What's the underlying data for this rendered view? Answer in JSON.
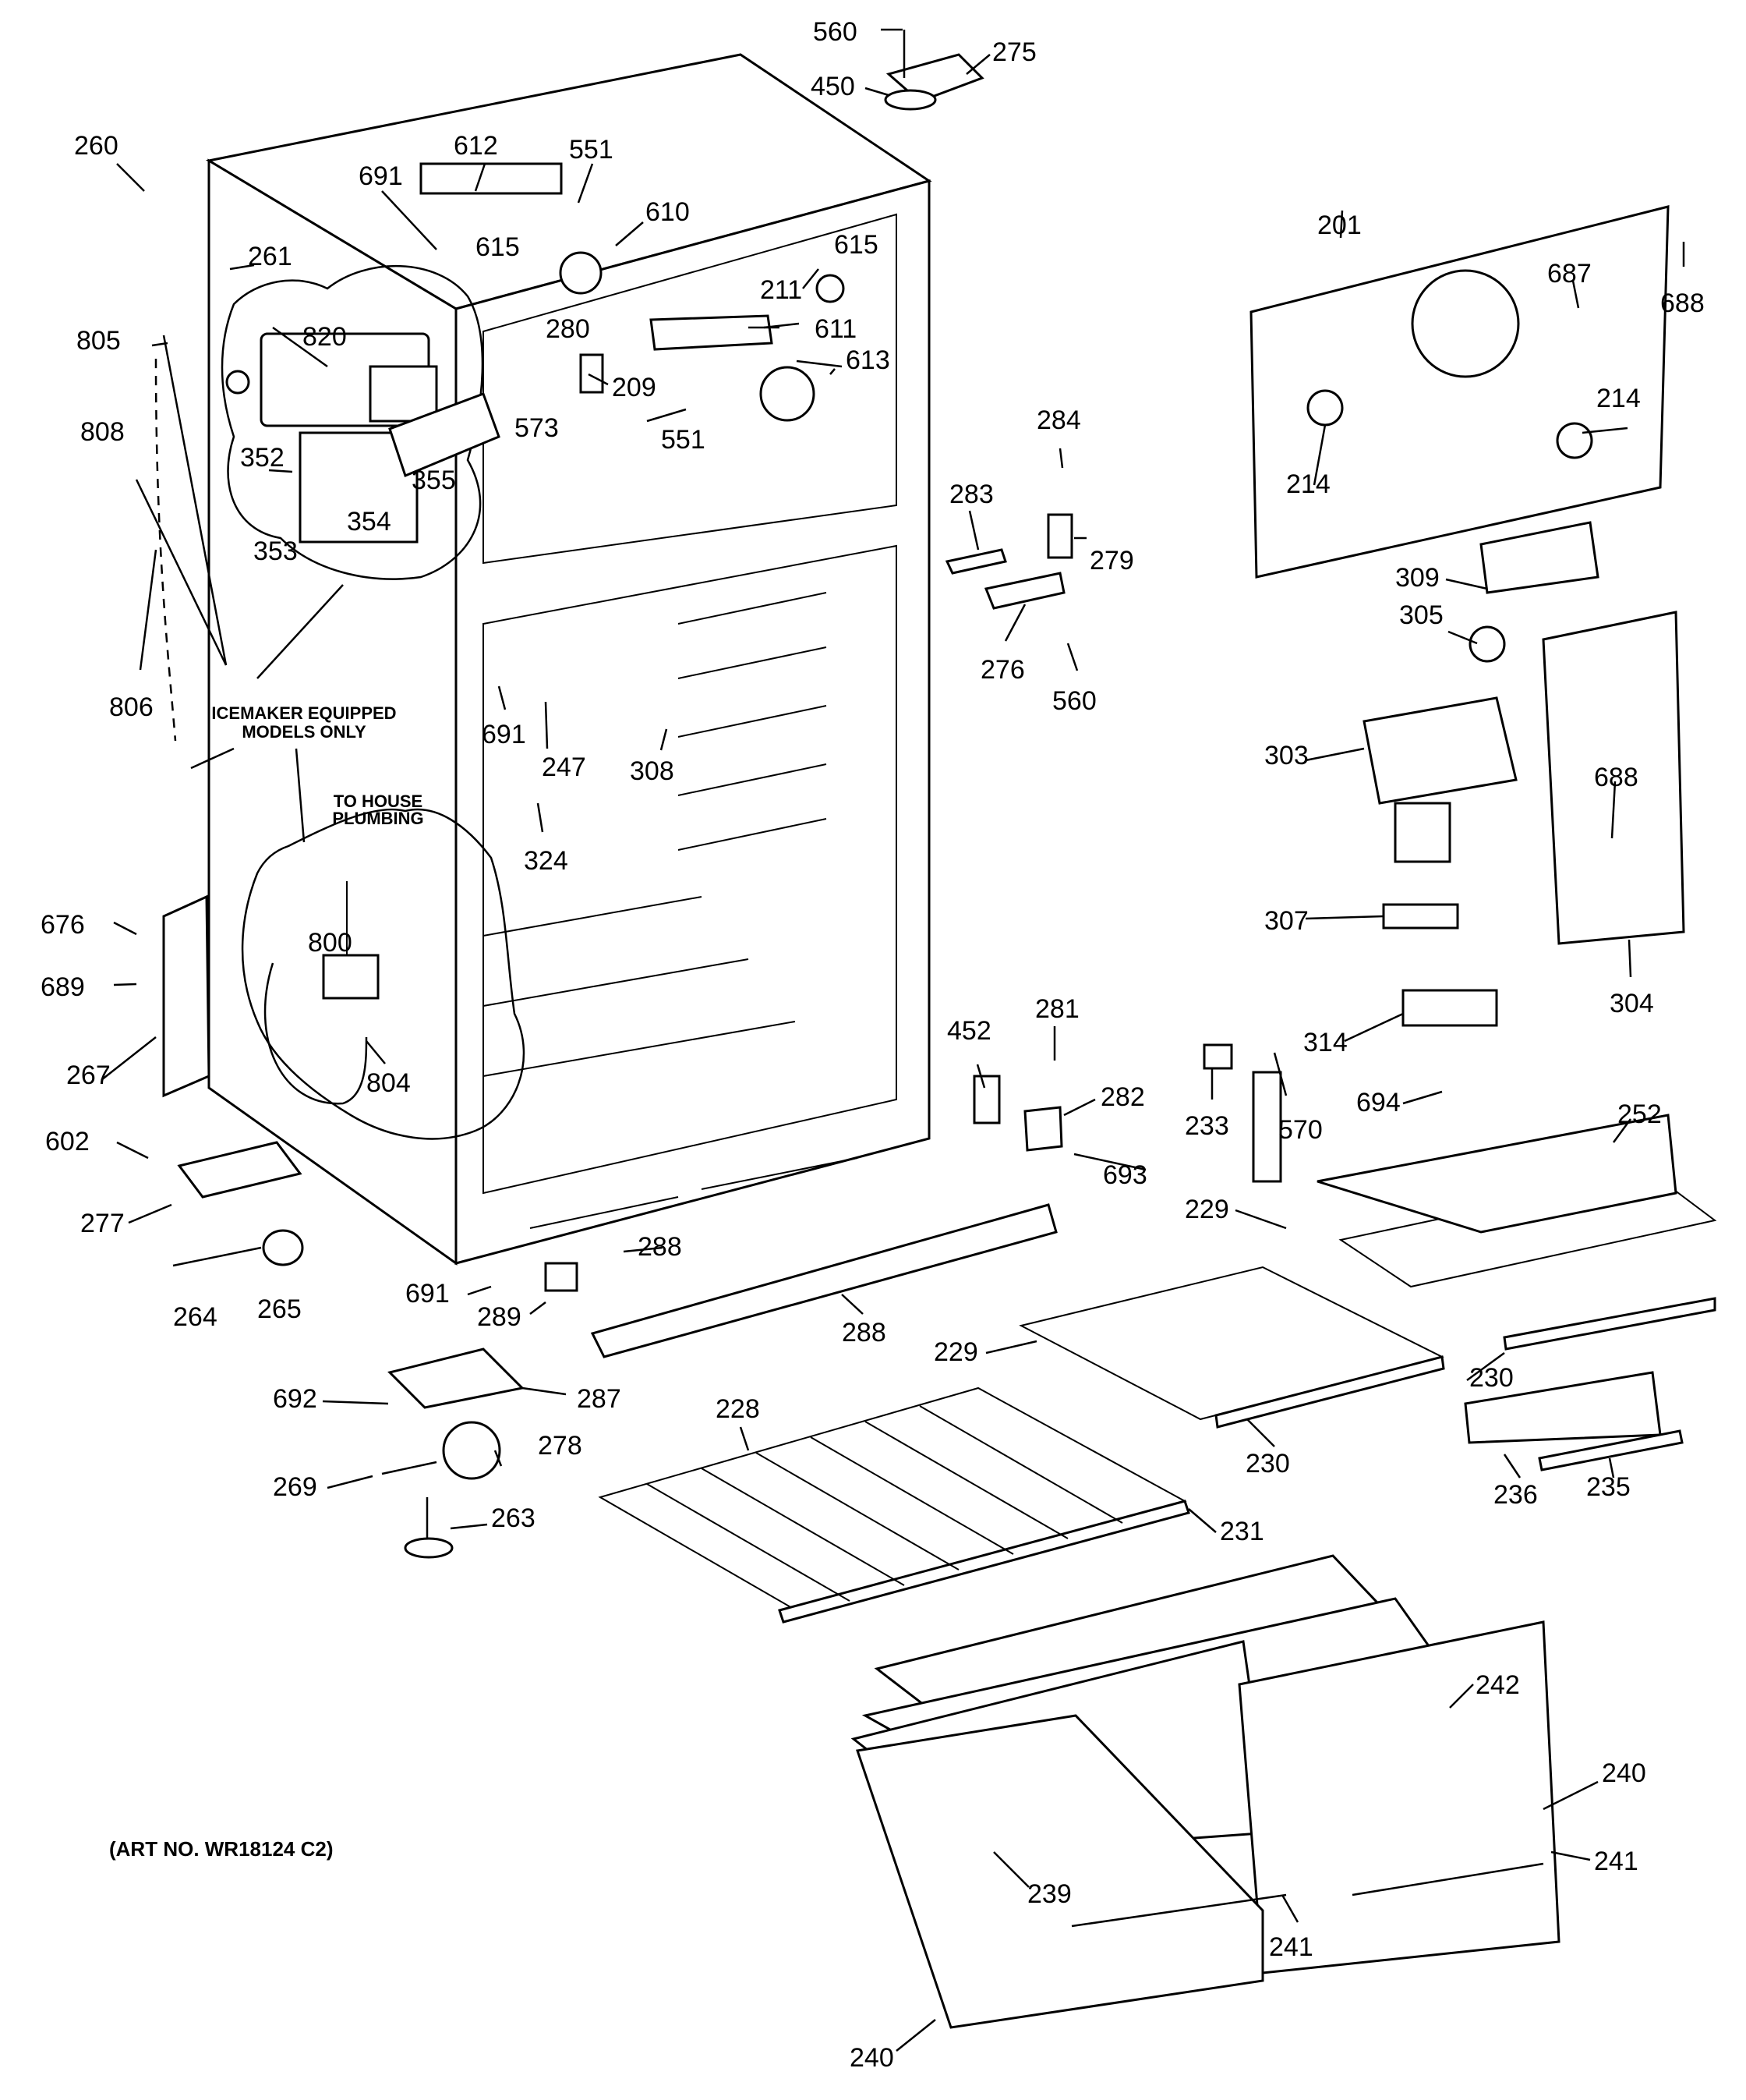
{
  "diagram": {
    "art_number": "(ART NO. WR18124 C2)",
    "notes": {
      "icemaker_line1": "ICEMAKER EQUIPPED",
      "icemaker_line2": "MODELS ONLY",
      "plumbing_line1": "TO HOUSE",
      "plumbing_line2": "PLUMBING"
    },
    "labels": [
      "560",
      "275",
      "450",
      "260",
      "612",
      "551",
      "691",
      "610",
      "261",
      "615",
      "615",
      "211",
      "805",
      "820",
      "280",
      "611",
      "613",
      "209",
      "573",
      "551",
      "808",
      "352",
      "355",
      "354",
      "353",
      "201",
      "688",
      "687",
      "214",
      "214",
      "284",
      "283",
      "279",
      "276",
      "560",
      "309",
      "305",
      "806",
      "691",
      "247",
      "308",
      "324",
      "303",
      "688",
      "307",
      "304",
      "676",
      "800",
      "689",
      "267",
      "804",
      "281",
      "452",
      "282",
      "314",
      "694",
      "233",
      "570",
      "693",
      "252",
      "602",
      "229",
      "277",
      "288",
      "691",
      "289",
      "288",
      "264",
      "265",
      "229",
      "230",
      "692",
      "287",
      "230",
      "228",
      "278",
      "236",
      "235",
      "269",
      "263",
      "231",
      "242",
      "240",
      "241",
      "239",
      "241",
      "240"
    ]
  }
}
